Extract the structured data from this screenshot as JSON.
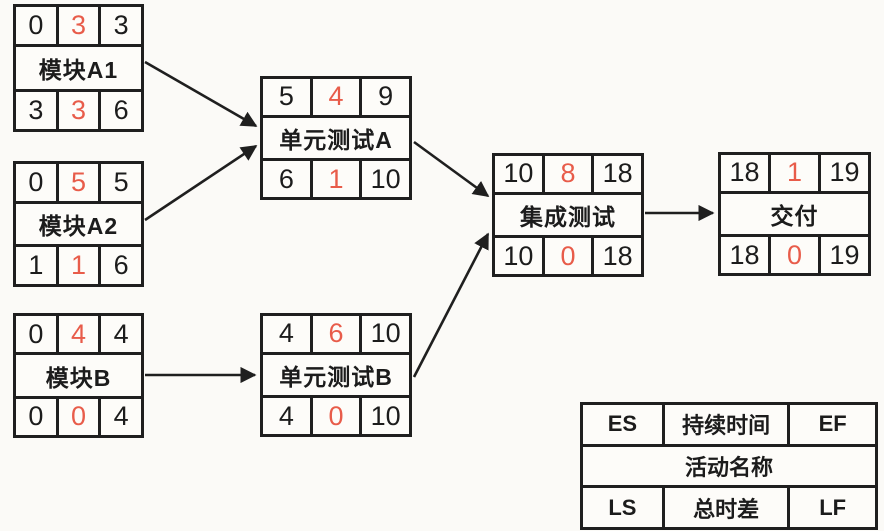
{
  "diagram_type": "activity-on-node precedence network (PERT/CPM)",
  "colors": {
    "accent_number": "#e85c4a",
    "line": "#1f1f1f",
    "paper": "#fbfaf7"
  },
  "nodes": [
    {
      "id": "module-a1",
      "name": "模块A1",
      "es": "0",
      "duration": "3",
      "ef": "3",
      "ls": "3",
      "total_float": "3",
      "lf": "6"
    },
    {
      "id": "module-a2",
      "name": "模块A2",
      "es": "0",
      "duration": "5",
      "ef": "5",
      "ls": "1",
      "total_float": "1",
      "lf": "6"
    },
    {
      "id": "module-b",
      "name": "模块B",
      "es": "0",
      "duration": "4",
      "ef": "4",
      "ls": "0",
      "total_float": "0",
      "lf": "4"
    },
    {
      "id": "unit-test-a",
      "name": "单元测试A",
      "es": "5",
      "duration": "4",
      "ef": "9",
      "ls": "6",
      "total_float": "1",
      "lf": "10"
    },
    {
      "id": "unit-test-b",
      "name": "单元测试B",
      "es": "4",
      "duration": "6",
      "ef": "10",
      "ls": "4",
      "total_float": "0",
      "lf": "10"
    },
    {
      "id": "integration",
      "name": "集成测试",
      "es": "10",
      "duration": "8",
      "ef": "18",
      "ls": "10",
      "total_float": "0",
      "lf": "18"
    },
    {
      "id": "delivery",
      "name": "交付",
      "es": "18",
      "duration": "1",
      "ef": "19",
      "ls": "18",
      "total_float": "0",
      "lf": "19"
    }
  ],
  "edges": [
    {
      "from": "模块A1",
      "to": "单元测试A"
    },
    {
      "from": "模块A2",
      "to": "单元测试A"
    },
    {
      "from": "模块B",
      "to": "单元测试B"
    },
    {
      "from": "单元测试A",
      "to": "集成测试"
    },
    {
      "from": "单元测试B",
      "to": "集成测试"
    },
    {
      "from": "集成测试",
      "to": "交付"
    }
  ],
  "legend": {
    "es_label": "ES",
    "duration_label": "持续时间",
    "ef_label": "EF",
    "name_label": "活动名称",
    "ls_label": "LS",
    "float_label": "总时差",
    "lf_label": "LF"
  }
}
